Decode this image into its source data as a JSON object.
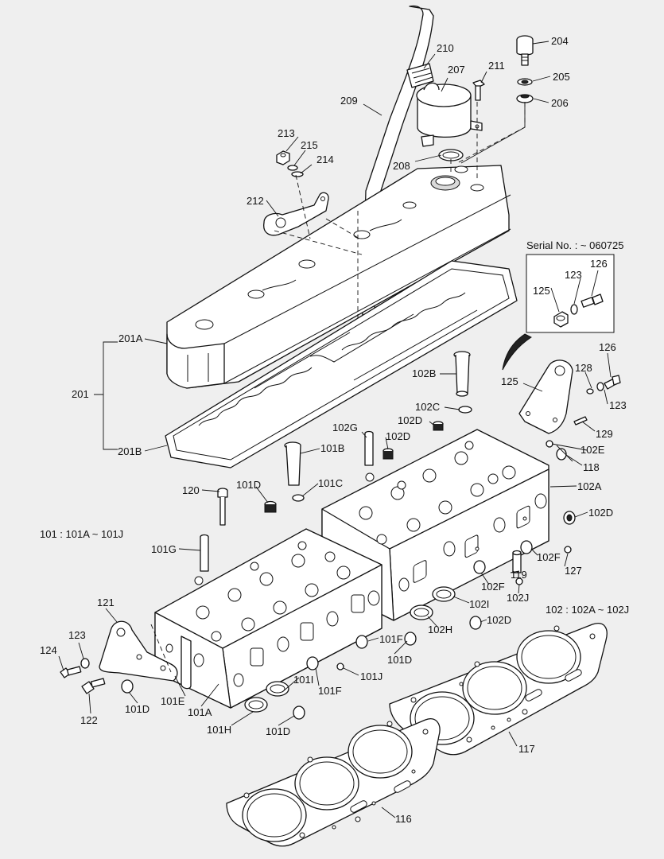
{
  "serial_box": {
    "title": "Serial No.  : ~ 060725"
  },
  "group_notes": {
    "g101": "101 : 101A ~ 101J",
    "g102": "102 : 102A ~ 102J"
  },
  "labels": {
    "l204": "204",
    "l205": "205",
    "l206": "206",
    "l207": "207",
    "l208": "208",
    "l209": "209",
    "l210": "210",
    "l211": "211",
    "l212": "212",
    "l213": "213",
    "l214": "214",
    "l215": "215",
    "l201": "201",
    "l201A": "201A",
    "l201B": "201B",
    "l125box": "125",
    "l123box": "123",
    "l126box": "126",
    "l126": "126",
    "l128": "128",
    "l125": "125",
    "l123": "123",
    "l129": "129",
    "l102B": "102B",
    "l102C": "102C",
    "l102Da": "102D",
    "l102G": "102G",
    "l102Db": "102D",
    "l102E": "102E",
    "l118": "118",
    "l102A": "102A",
    "l102Dc": "102D",
    "l102Fa": "102F",
    "l127": "127",
    "l119": "119",
    "l102Fb": "102F",
    "l102J": "102J",
    "l102I": "102I",
    "l102H": "102H",
    "l102Dd": "102D",
    "l101B": "101B",
    "l101C": "101C",
    "l101Da": "101D",
    "l120": "120",
    "l101G": "101G",
    "l121": "121",
    "l123b": "123",
    "l124": "124",
    "l122": "122",
    "l101Db": "101D",
    "l101E": "101E",
    "l101A": "101A",
    "l101H": "101H",
    "l101Dc": "101D",
    "l101I": "101I",
    "l101Fa": "101F",
    "l101J": "101J",
    "l101Fb": "101F",
    "l101Dd": "101D",
    "l116": "116",
    "l117": "117"
  }
}
